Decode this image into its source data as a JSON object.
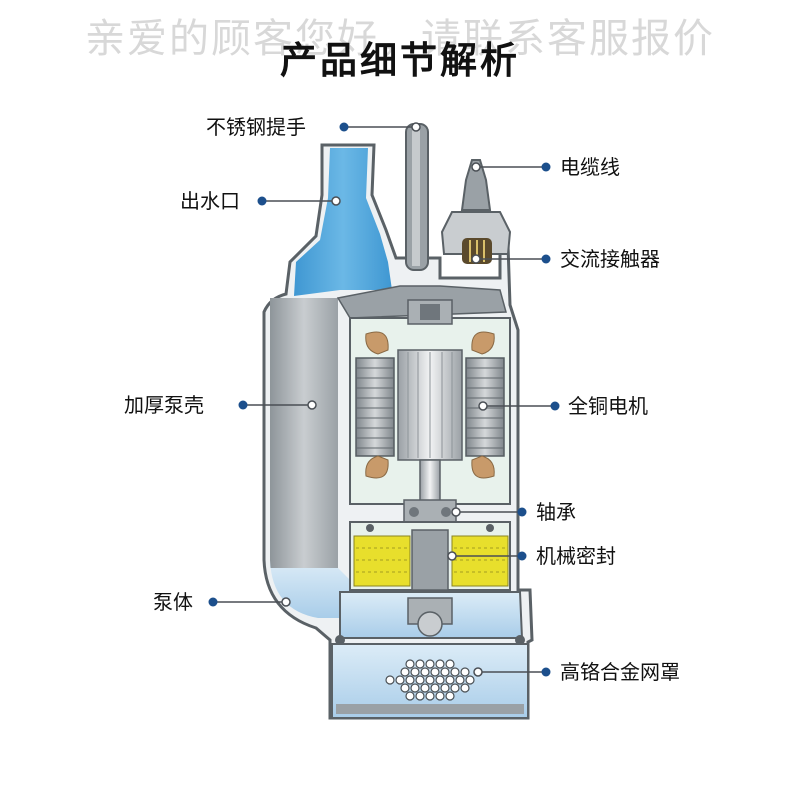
{
  "watermark": "亲爱的顾客您好，请联系客服报价",
  "title": "产品细节解析",
  "labels": {
    "handle": "不锈钢提手",
    "outlet": "出水口",
    "shell": "加厚泵壳",
    "body": "泵体",
    "cable": "电缆线",
    "contactor": "交流接触器",
    "motor": "全铜电机",
    "bearing": "轴承",
    "seal": "机械密封",
    "screen": "高铬合金网罩"
  },
  "colors": {
    "water_blue": "#4fa6dc",
    "water_light": "#cfe5f4",
    "shell_gray": "#b8bcbf",
    "metal_dark": "#6f767c",
    "copper": "#c89a6a",
    "oil_yellow": "#e8df2c",
    "leader_line": "#4a4f55",
    "dot_blue": "#1c4f8c"
  }
}
